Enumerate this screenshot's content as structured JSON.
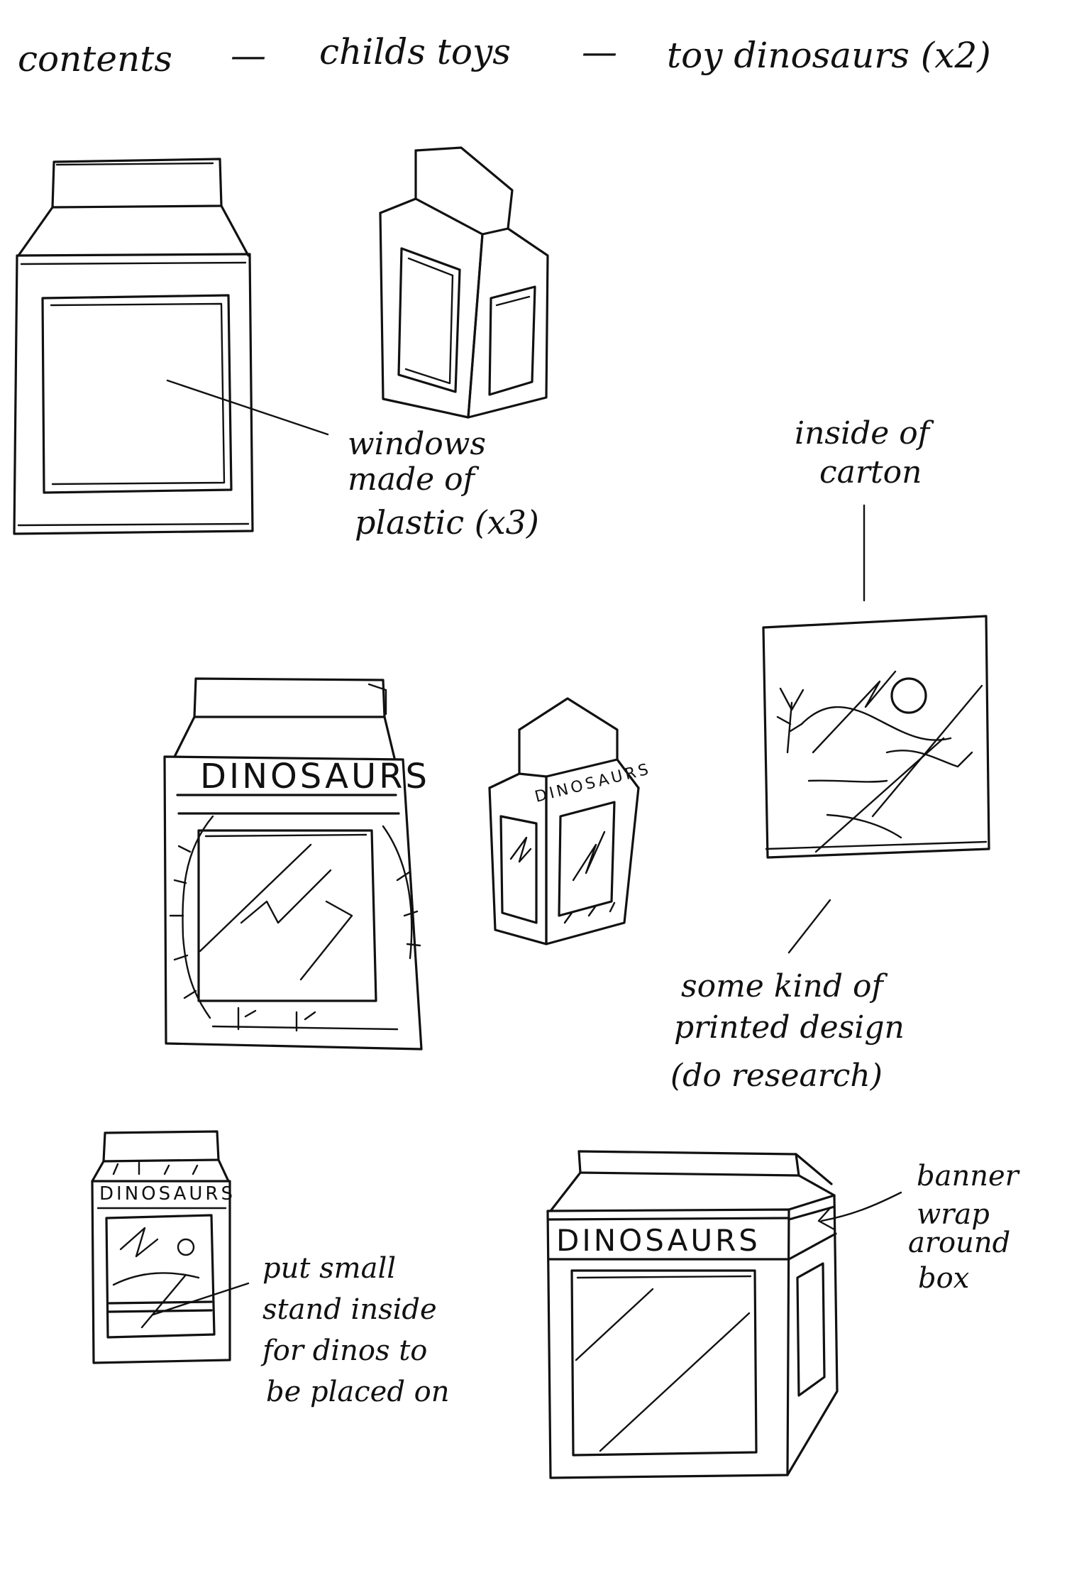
{
  "header": {
    "contents": "contents",
    "dash_1": "—",
    "item_1": "childs toys",
    "dash_2": "—",
    "item_2": "toy dinosaurs (x2)"
  },
  "annotations": {
    "windows_line_1": "windows",
    "windows_line_2": "made of",
    "windows_line_3": "plastic (x3)",
    "inside_line_1": "inside of",
    "inside_line_2": "carton",
    "design_line_1": "some kind of",
    "design_line_2": "printed design",
    "design_line_3": "(do research)",
    "stand_line_1": "put small",
    "stand_line_2": "stand inside",
    "stand_line_3": "for dinos to",
    "stand_line_4": "be placed on",
    "banner_line_1": "banner",
    "banner_line_2": "wrap",
    "banner_line_3": "around",
    "banner_line_4": "box"
  },
  "box_labels": {
    "carton_front_decorated": "DINOSAURS",
    "carton_angled_decorated": "DINOSAURS",
    "carton_small": "DINOSAURS",
    "carton_banner": "DINOSAURS"
  },
  "colors": {
    "ink": "#111111",
    "paper": "#ffffff"
  }
}
